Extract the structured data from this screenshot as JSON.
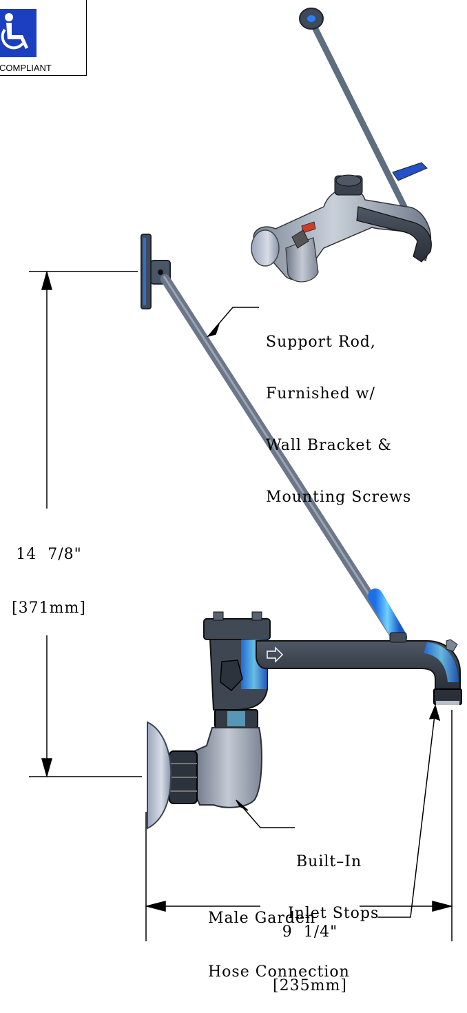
{
  "badge": {
    "label": "COMPLIANT",
    "icon": "wheelchair-accessibility-icon",
    "color": "#1b3fbf"
  },
  "callouts": {
    "support_rod": [
      "Support Rod,",
      "Furnished w/",
      "Wall Bracket &",
      "Mounting Screws"
    ],
    "inlet_stops": [
      "Built–In",
      "Inlet Stops"
    ],
    "hose_connection": [
      "Male Garden",
      "Hose Connection"
    ]
  },
  "dimensions": {
    "height": {
      "imperial": "14  7/8\"",
      "metric": "[371mm]"
    },
    "width": {
      "imperial": "9  1/4\"",
      "metric": "[235mm]"
    }
  },
  "colors": {
    "rod": "#5f6d80",
    "metal": "#8a96a8",
    "accent_blue": "#2a7fff",
    "hot_handle": "#d23a2a",
    "cold_handle": "#2450c8"
  }
}
